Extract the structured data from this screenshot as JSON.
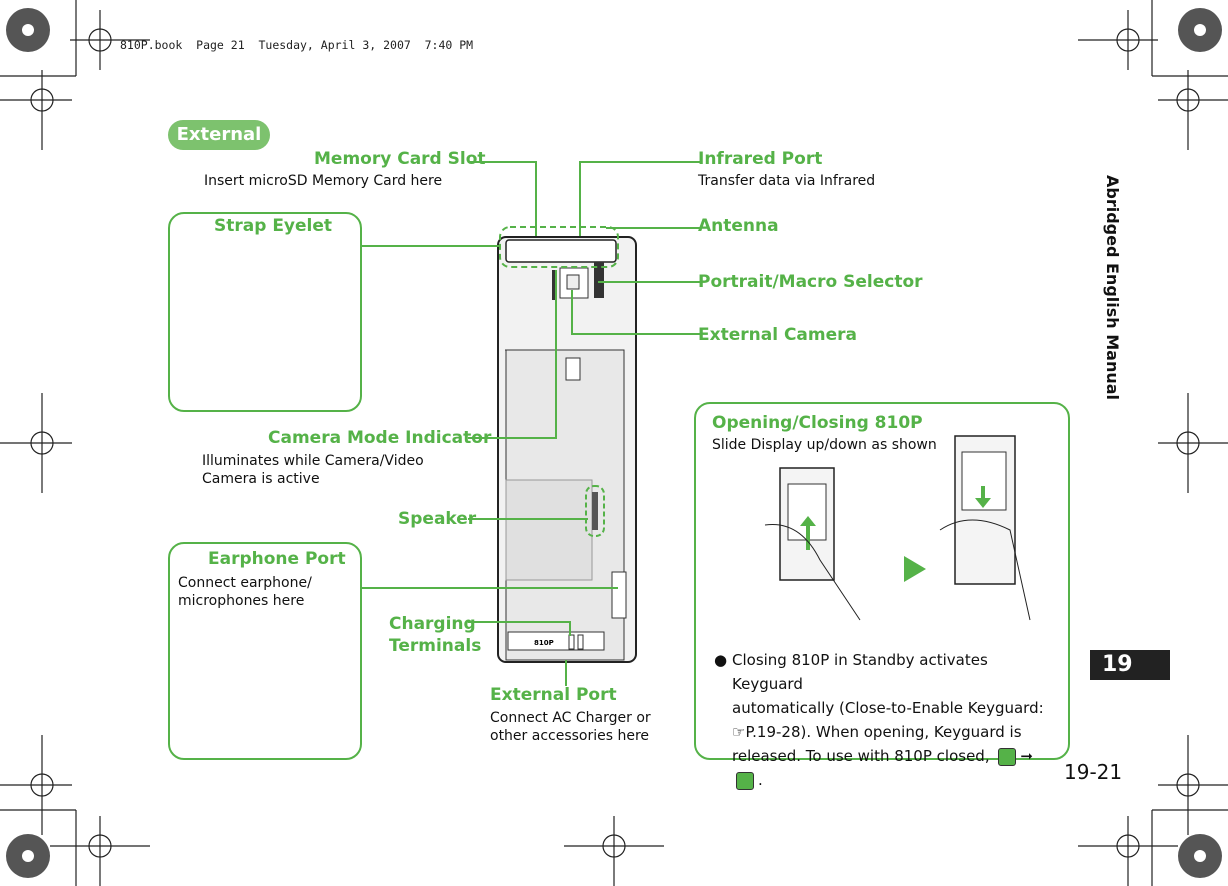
{
  "header": {
    "book_info": "810P.book  Page 21  Tuesday, April 3, 2007  7:40 PM"
  },
  "section_label": "External",
  "side": {
    "title": "Abridged English Manual",
    "chapter": "19"
  },
  "page_number": "19-21",
  "callouts": {
    "memory_card_slot": {
      "title": "Memory Card Slot",
      "desc": "Insert microSD Memory Card here"
    },
    "infrared_port": {
      "title": "Infrared Port",
      "desc": "Transfer data via Infrared"
    },
    "strap_eyelet": {
      "title": "Strap Eyelet"
    },
    "antenna": {
      "title": "Antenna"
    },
    "portrait_macro_selector": {
      "title": "Portrait/Macro Selector"
    },
    "external_camera": {
      "title": "External Camera"
    },
    "camera_mode_indicator": {
      "title": "Camera Mode Indicator",
      "desc_line1": "Illuminates while Camera/Video",
      "desc_line2": "Camera is active"
    },
    "speaker": {
      "title": "Speaker"
    },
    "earphone_port": {
      "title": "Earphone Port",
      "desc_line1": "Connect earphone/",
      "desc_line2": "microphones here"
    },
    "charging_terminals": {
      "title_line1": "Charging",
      "title_line2": "Terminals"
    },
    "external_port": {
      "title": "External Port",
      "desc_line1": "Connect AC Charger or",
      "desc_line2": "other accessories here"
    }
  },
  "opening_closing": {
    "title": "Opening/Closing 810P",
    "desc": "Slide Display up/down as shown",
    "bullet_line1": "Closing 810P in Standby activates Keyguard",
    "bullet_line2": "automatically (Close-to-Enable Keyguard:",
    "bullet_line3": "P.19-28). When opening, Keyguard is",
    "bullet_line4": "released. To use with 810P closed,"
  },
  "phone": {
    "model": "810P"
  }
}
